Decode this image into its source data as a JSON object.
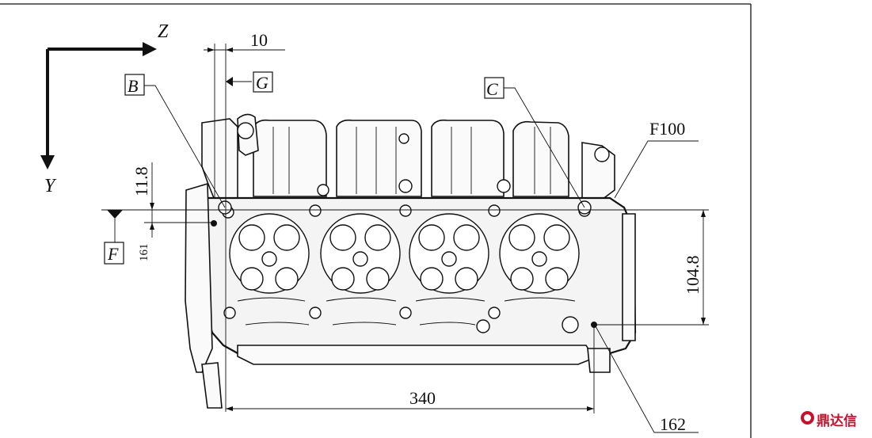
{
  "axes": {
    "z_label": "Z",
    "y_label": "Y"
  },
  "datums": {
    "b": "B",
    "c": "C",
    "f": "F",
    "g": "G"
  },
  "dimensions": {
    "top_width": "10",
    "left_vertical_small": "11.8",
    "left_vertical_lower": "161",
    "right_vertical": "104.8",
    "bottom_width": "340",
    "callout_f100": "F100",
    "callout_162": "162"
  },
  "watermark": {
    "text": "鼎达信"
  },
  "colors": {
    "line": "#111111",
    "watermark": "#c8102e"
  }
}
